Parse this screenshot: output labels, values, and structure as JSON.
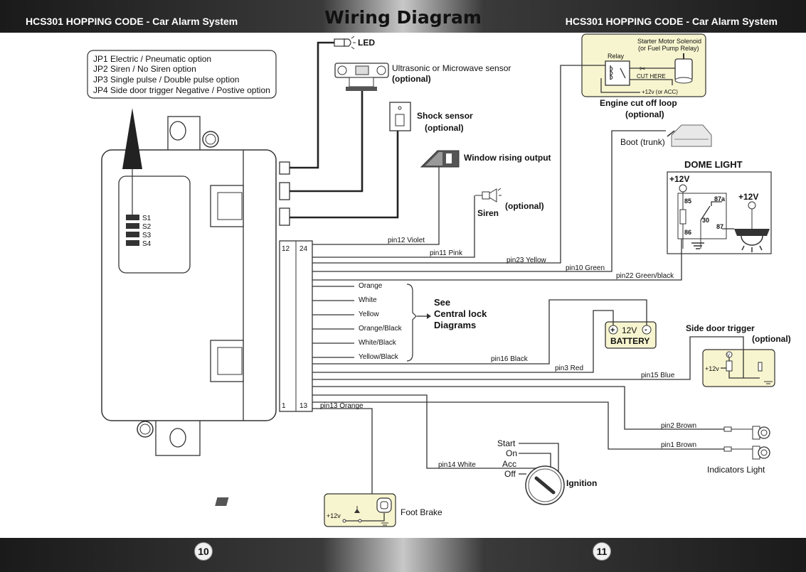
{
  "header": {
    "left_title": "HCS301 HOPPING CODE - Car Alarm System",
    "right_title": "HCS301 HOPPING CODE - Car Alarm System",
    "main_title": "Wiring Diagram"
  },
  "footer": {
    "page_left": "10",
    "page_right": "11"
  },
  "jumpers": [
    "JP1 Electric / Pneumatic option",
    "JP2 Siren / No Siren option",
    "JP3 Single pulse / Double pulse option",
    "JP4 Side door trigger Negative / Postive option"
  ],
  "switches": [
    "S1",
    "S2",
    "S3",
    "S4"
  ],
  "connector": {
    "top_left": "12",
    "top_right": "24",
    "bottom_left": "1",
    "bottom_right": "13"
  },
  "devices": {
    "led": "LED",
    "ultrasonic": "Ultrasonic or Microwave sensor",
    "ultrasonic_opt": "(optional)",
    "shock": "Shock sensor",
    "shock_opt": "(optional)",
    "window": "Window rising output",
    "siren": "Siren",
    "siren_opt": "(optional)",
    "engine_title": "Engine cut off loop",
    "engine_opt": "(optional)",
    "starter1": "Starter Motor Solenoid",
    "starter2": "(or Fuel Pump Relay)",
    "relay": "Relay",
    "cut_here": "CUT HERE",
    "plus12acc": "+12v (or ACC)",
    "boot": "Boot (trunk)",
    "dome": "DOME LIGHT",
    "dome_plus_a": "+12V",
    "dome_plus_b": "+12V",
    "relay85": "85",
    "relay86": "86",
    "relay87a": "87a",
    "relay87": "87",
    "relay30": "30",
    "see1": "See",
    "see2": "Central lock",
    "see3": "Diagrams",
    "battery_v": "12V",
    "battery": "BATTERY",
    "side_door": "Side door trigger",
    "side_door_opt": "(optional)",
    "side_plus": "+12v",
    "side_v": "V",
    "indicators": "Indicators Light",
    "ignition": "Ignition",
    "ign_start": "Start",
    "ign_on": "On",
    "ign_acc": "Acc",
    "ign_off": "Off",
    "foot_brake": "Foot Brake",
    "foot_plus": "+12v"
  },
  "wires": {
    "pin12": "pin12  Violet",
    "pin11": "pin11  Pink",
    "pin23": "pin23  Yellow",
    "pin10": "pin10  Green",
    "pin22": "pin22  Green/black",
    "central": [
      "Orange",
      "White",
      "Yellow",
      "Orange/Black",
      "White/Black",
      "Yellow/Black"
    ],
    "pin16": "pin16  Black",
    "pin3": "pin3  Red",
    "pin15": "pin15  Blue",
    "pin13": "pin13  Orange",
    "pin2": "pin2  Brown",
    "pin1": "pin1  Brown",
    "pin14": "pin14  White"
  }
}
